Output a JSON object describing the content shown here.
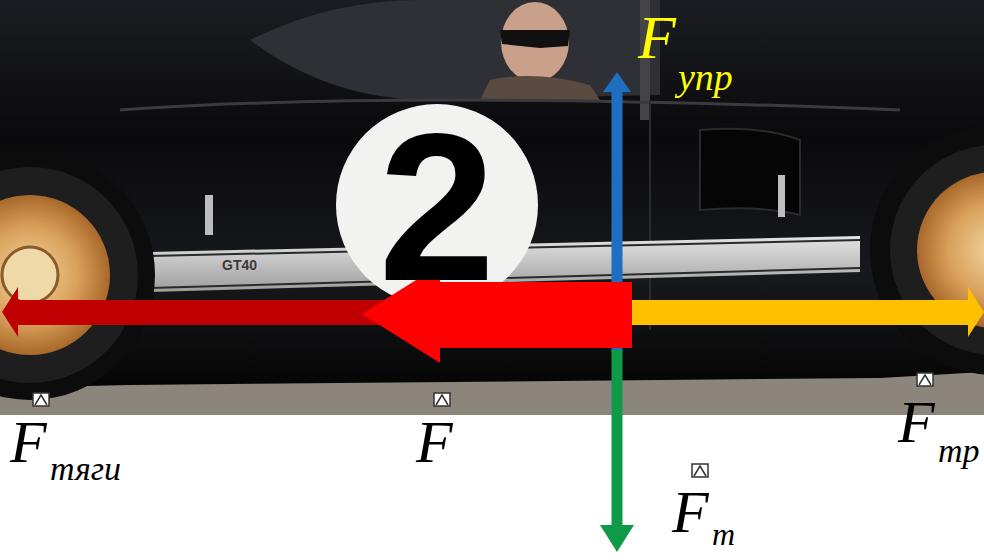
{
  "diagram": {
    "labels": [
      "F",
      "упр",
      "2",
      "GT40",
      "F",
      "тяги",
      "F",
      "F",
      "тр",
      "F",
      "т"
    ]
  }
}
